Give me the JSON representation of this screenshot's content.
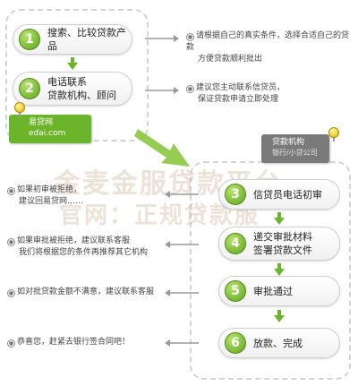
{
  "steps": [
    {
      "num": "1",
      "label_lines": [
        "搜索、比较贷款产品"
      ]
    },
    {
      "num": "2",
      "label_lines": [
        "电话联系",
        "贷款机构、顾问"
      ]
    },
    {
      "num": "3",
      "label_lines": [
        "信贷员电话初审"
      ]
    },
    {
      "num": "4",
      "label_lines": [
        "递交审批材料",
        "签署贷款文件"
      ]
    },
    {
      "num": "5",
      "label_lines": [
        "审批通过"
      ]
    },
    {
      "num": "6",
      "label_lines": [
        "放款、完成"
      ]
    }
  ],
  "notes": {
    "right_1": [
      "请根据自己的真实条件，选择合适自己的贷款",
      "方便贷款顺利批出"
    ],
    "right_2": [
      "建议您主动联系信贷员，",
      "保证贷款申请立即处理"
    ],
    "left_1": [
      "如果初审被拒绝，",
      "建议回易贷网……"
    ],
    "left_2": [
      "如果审批被拒绝，建议联系客服",
      "我们将根据您的条件再推荐其它机构"
    ],
    "left_3": [
      "如对批贷款金额不满意，建议联系客服"
    ],
    "left_4": [
      "恭喜您，赶紧去银行签合同吧！"
    ]
  },
  "tags": {
    "edai": {
      "line1": "易贷网",
      "line2": "edai.com"
    },
    "bank": {
      "line1": "贷款机构",
      "line2": "银行/小贷公司"
    }
  },
  "watermark": {
    "line1": "金麦金服贷款平台",
    "line2": "官网：正规贷款服"
  },
  "colors": {
    "accent_green": "#6cb52a",
    "gray_tag": "#7a7a7a",
    "pin_yellow": "#e8b800"
  }
}
